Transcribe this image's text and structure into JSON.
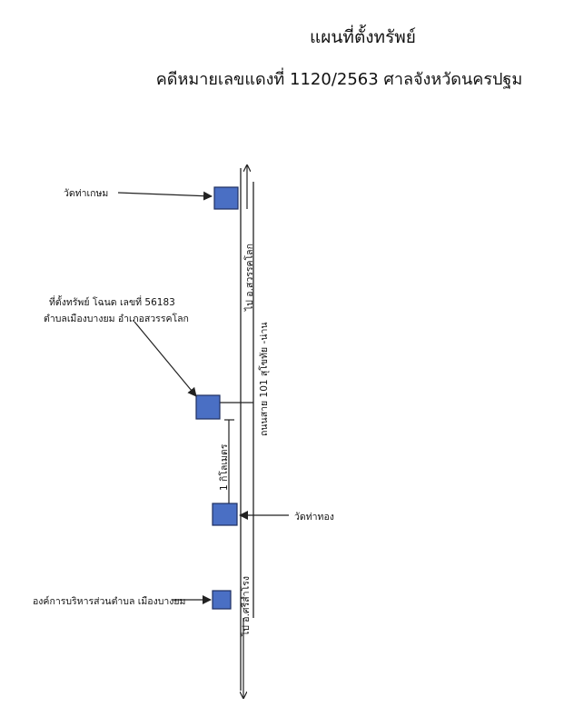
{
  "header": {
    "title": "แผนที่ตั้งทรัพย์",
    "subtitle": "คดีหมายเลขแดงที่ 1120/2563 ศาลจังหวัดนครปฐม"
  },
  "labels": {
    "temple_north": "วัดท่าเกษม",
    "property_line1": "ที่ตั้งทรัพย์ โฉนด เลขที่ 56183",
    "property_line2": "ตำบลเมืองบางยม อำเภอสวรรคโลก",
    "temple_south": "วัดท่าทอง",
    "sao": "องค์การบริหารส่วนตำบล เมืองบางยม",
    "road_north": "ไป อ.สวรรคโลก",
    "road_name": "ถนนสาย 101 สุโขทัย -น่าน",
    "distance": "1 กิโลเมตร",
    "road_south": "ไป อ.ศรีสำโรง"
  },
  "colors": {
    "marker": "#4a6fc4",
    "marker_border": "#1e2f60",
    "line": "#222222"
  }
}
